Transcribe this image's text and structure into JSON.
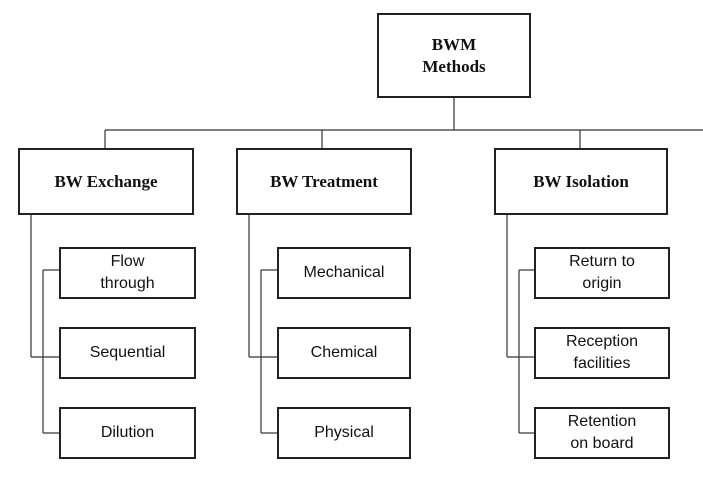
{
  "root": {
    "label": "BWM\nMethods"
  },
  "categories": [
    {
      "label": "BW Exchange",
      "children": [
        "Flow\nthrough",
        "Sequential",
        "Dilution"
      ]
    },
    {
      "label": "BW Treatment",
      "children": [
        "Mechanical",
        "Chemical",
        "Physical"
      ]
    },
    {
      "label": "BW Isolation",
      "children": [
        "Return to\norigin",
        "Reception\nfacilities",
        "Retention\non board"
      ]
    }
  ],
  "colors": {
    "border": "#222222",
    "connector": "#333333",
    "background": "#ffffff"
  }
}
